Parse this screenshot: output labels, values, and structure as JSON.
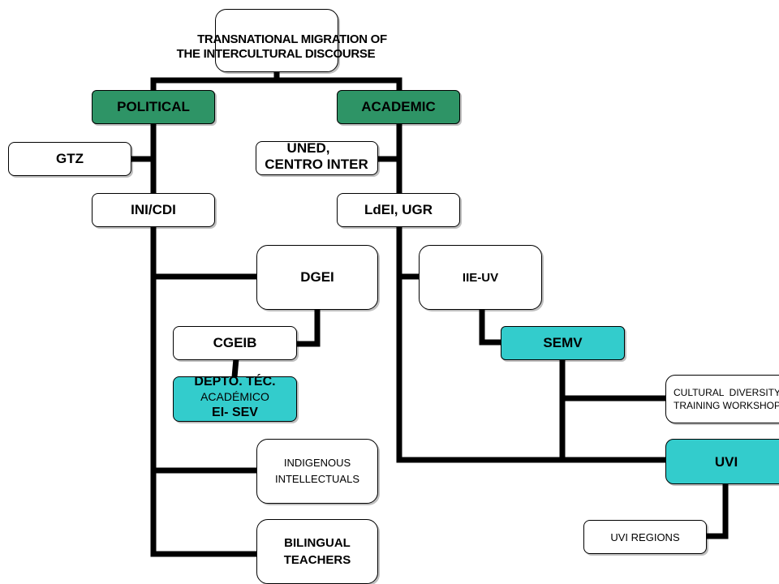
{
  "colors": {
    "political_fill": "#2e9466",
    "academic_fill": "#2e9466",
    "highlight_fill": "#33cccc",
    "line": "#000000"
  },
  "root": {
    "line1": "TRANSNATIONAL MIGRATION OF",
    "line2": "THE INTERCULTURAL DISCOURSE"
  },
  "nodes": {
    "political": "POLITICAL",
    "academic": "ACADEMIC",
    "gtz": "GTZ",
    "uned_line1": "UNED,",
    "uned_line2": "CENTRO INTER",
    "ini_cdi": "INI/CDI",
    "ldei_ugr": "LdEI, UGR",
    "dgei": "DGEI",
    "iie_uv": "IIE-UV",
    "cgeib": "CGEIB",
    "semv": "SEMV",
    "depto_line1": "DEPTO. TÉC.",
    "depto_line2": "ACADÉMICO",
    "depto_line3": "EI- SEV",
    "cultural_line1": "CULTURAL  DIVERSITY",
    "cultural_line2": "TRAINING WORKSHOP",
    "indigenous_line1": "INDIGENOUS",
    "indigenous_line2": "INTELLECTUALS",
    "uvi": "UVI",
    "bilingual_line1": "BILINGUAL",
    "bilingual_line2": "TEACHERS",
    "uvi_regions": "UVI REGIONS"
  }
}
